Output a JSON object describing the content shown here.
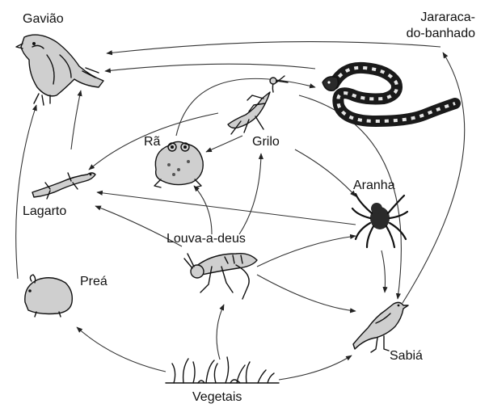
{
  "title": "",
  "labels": {
    "gaviao": "Gavião",
    "jararaca_line1": "Jararaca-",
    "jararaca_line2": "do-banhado",
    "ra": "Rã",
    "grilo": "Grilo",
    "aranha": "Aranha",
    "lagarto": "Lagarto",
    "louva": "Louva-a-deus",
    "prea": "Preá",
    "sabia": "Sabiá",
    "vegetais": "Vegetais"
  },
  "icons": {
    "gaviao": "hawk-icon",
    "jararaca": "snake-icon",
    "louva": "mantis-icon",
    "ra": "frog-icon",
    "lagarto": "lizard-icon",
    "aranha": "spider-icon",
    "grilo": "grasshopper-icon",
    "prea": "cavy-icon",
    "sabia": "thrush-icon",
    "vegetais": "plants-icon"
  }
}
